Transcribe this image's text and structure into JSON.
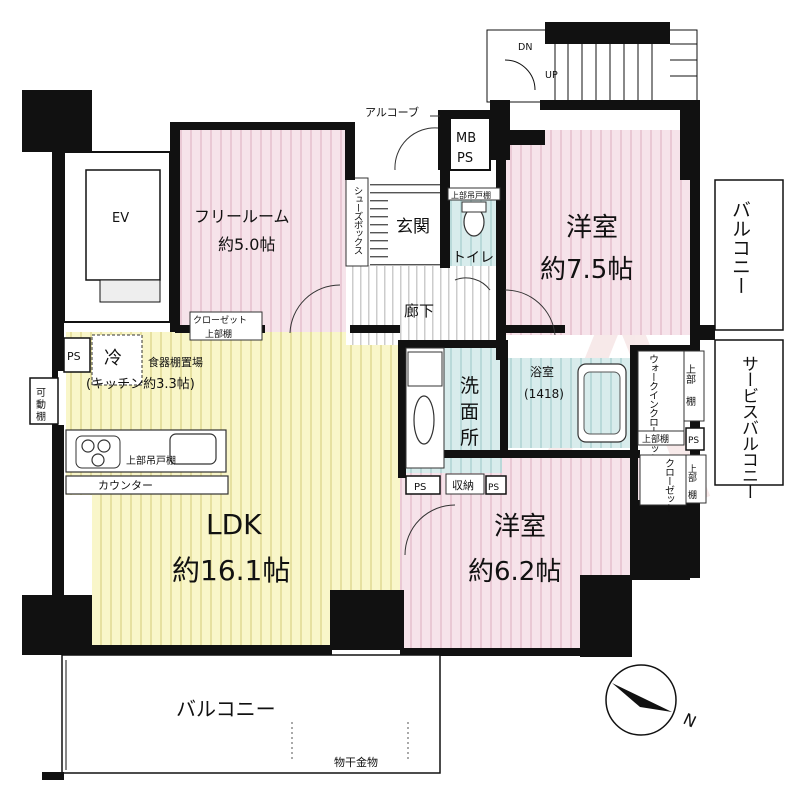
{
  "colors": {
    "pink": "#f6e3ea",
    "pink_stripe": "#e9c8d4",
    "yellow": "#f9f6c9",
    "yellow_stripe": "#e6e0a0",
    "blue": "#d8ecec",
    "blue_stripe": "#b9d9d9",
    "wall": "#111111",
    "watermark": "#f2e2e2"
  },
  "rooms": {
    "free_room_name": "フリールーム",
    "free_room_size": "約5.0帖",
    "western1_name": "洋室",
    "western1_size": "約7.5帖",
    "western2_name": "洋室",
    "western2_size": "約6.2帖",
    "ldk_name": "LDK",
    "ldk_size": "約16.1帖",
    "kitchen": "(キッチン約3.3帖)",
    "entrance": "玄関",
    "toilet": "トイレ",
    "corridor": "廊下",
    "washroom_1": "洗",
    "washroom_2": "面",
    "washroom_3": "所",
    "bath_name": "浴室",
    "bath_size": "(1418)",
    "ev": "EV"
  },
  "labels": {
    "alcove": "アルコーブ",
    "mb": "MB",
    "ps": "PS",
    "shoes_box": "シューズボックス",
    "upper_shelf": "上部吊戸棚",
    "closet": "クローゼット",
    "upper_shelf_short": "上部棚",
    "refrigerator": "冷",
    "dish_shelf": "食器棚置場",
    "movable_shelf": "可動棚",
    "counter": "カウンター",
    "kitchen_upper_shelf": "上部吊戸棚",
    "storage": "収納",
    "walk_in_closet": "ウォークインクローゼット",
    "wic_upper_1": "上部",
    "wic_upper_2": "棚",
    "closet_short": "クローゼット",
    "balcony_right": "バルコニー",
    "service_balcony": "サービスバルコニー",
    "balcony_bottom": "バルコニー",
    "clothes_hanger": "物干金物",
    "stairs_dn": "DN",
    "stairs_up": "UP",
    "north": "N"
  }
}
